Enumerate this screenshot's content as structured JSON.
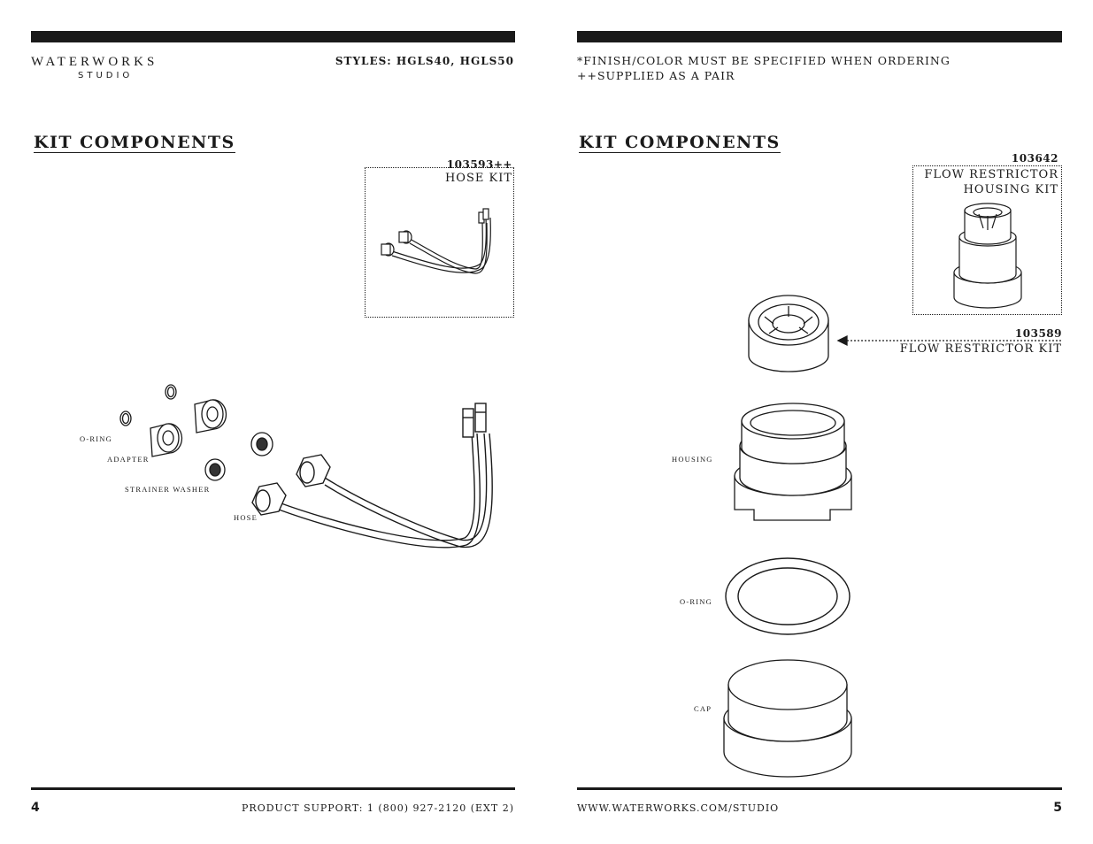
{
  "left_page": {
    "brand": "WATERWORKS",
    "brand_sub": "STUDIO",
    "styles": "STYLES:  HGLS40, HGLS50",
    "title": "KIT COMPONENTS",
    "hose_kit": {
      "number": "103593++",
      "name": "HOSE KIT"
    },
    "labels": {
      "oring": "O-RING",
      "adapter": "ADAPTER",
      "strainer": "STRAINER WASHER",
      "hose": "HOSE"
    },
    "page_number": "4",
    "footer": "PRODUCT SUPPORT: 1 (800) 927-2120 (EXT 2)"
  },
  "right_page": {
    "note_finish": "*FINISH/COLOR MUST BE SPECIFIED WHEN ORDERING",
    "note_pair": "++SUPPLIED AS A PAIR",
    "title": "KIT COMPONENTS",
    "housing_kit": {
      "number": "103642",
      "name_line1": "FLOW RESTRICTOR",
      "name_line2": "HOUSING KIT"
    },
    "restrictor_kit": {
      "number": "103589",
      "name": "FLOW RESTRICTOR KIT"
    },
    "labels": {
      "housing": "HOUSING",
      "oring": "O-RING",
      "cap": "CAP"
    },
    "page_number": "5",
    "footer": "WWW.WATERWORKS.COM/STUDIO"
  }
}
